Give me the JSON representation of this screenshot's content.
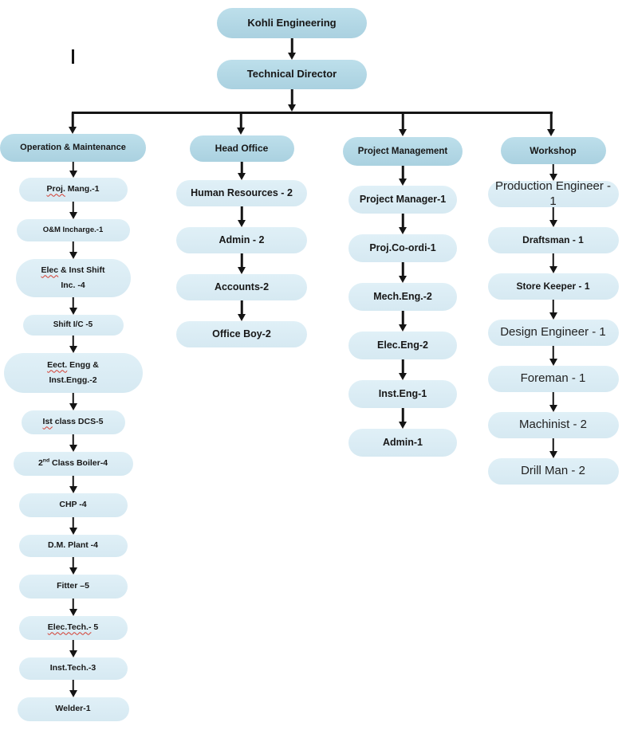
{
  "root": {
    "label": "Kohli Engineering"
  },
  "director": {
    "label": "Technical Director"
  },
  "columns": [
    {
      "header": "Operation & Maintenance",
      "nodes": [
        {
          "label": "Proj. Mang.-1",
          "misspelled": [
            "Proj."
          ]
        },
        {
          "label": "O&M Incharge.-1"
        },
        {
          "label": "Elec & Inst Shift\nInc. -4",
          "misspelled": [
            "Elec"
          ]
        },
        {
          "label": "Shift I/C -5"
        },
        {
          "label": "Eect. Engg &\nInst.Engg.-2",
          "misspelled": [
            "Eect."
          ]
        },
        {
          "label": "Ist class DCS-5",
          "misspelled": [
            "Ist"
          ]
        },
        {
          "label": "2nd Class Boiler-4",
          "sup": "nd"
        },
        {
          "label": "CHP -4"
        },
        {
          "label": "D.M. Plant -4"
        },
        {
          "label": "Fitter –5"
        },
        {
          "label": "Elec.Tech.- 5",
          "misspelled": [
            "Elec.Tech.-"
          ]
        },
        {
          "label": "Inst.Tech.-3"
        },
        {
          "label": "Welder-1"
        }
      ]
    },
    {
      "header": "Head Office",
      "nodes": [
        {
          "label": "Human Resources - 2"
        },
        {
          "label": "Admin - 2"
        },
        {
          "label": "Accounts-2"
        },
        {
          "label": "Office Boy-2"
        }
      ]
    },
    {
      "header": "Project Management",
      "nodes": [
        {
          "label": "Project Manager-1"
        },
        {
          "label": "Proj.Co-ordi-1"
        },
        {
          "label": "Mech.Eng.-2"
        },
        {
          "label": "Elec.Eng-2"
        },
        {
          "label": "Inst.Eng-1"
        },
        {
          "label": "Admin-1"
        }
      ]
    },
    {
      "header": "Workshop",
      "nodes": [
        {
          "label": "Production Engineer - 1",
          "style": "light"
        },
        {
          "label": "Draftsman - 1"
        },
        {
          "label": "Store Keeper - 1"
        },
        {
          "label": "Design Engineer - 1",
          "style": "light"
        },
        {
          "label": "Foreman - 1",
          "style": "light"
        },
        {
          "label": "Machinist - 2",
          "style": "light"
        },
        {
          "label": "Drill Man - 2",
          "style": "light"
        }
      ]
    }
  ],
  "colors": {
    "header_fill": "#aed4e2",
    "node_fill": "#daeaf3",
    "line": "#141414",
    "text": "#171717",
    "squiggle": "#d43c30",
    "background": "#ffffff"
  }
}
